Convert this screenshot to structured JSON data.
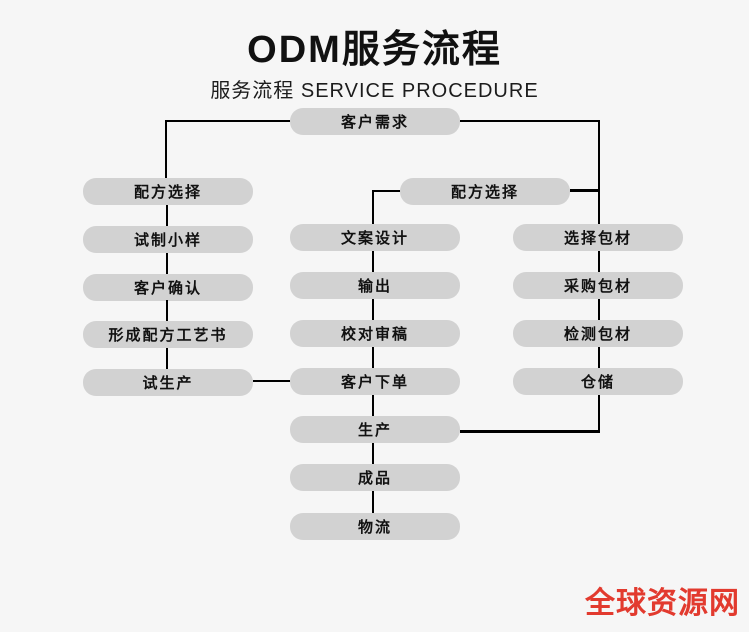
{
  "header": {
    "title": "ODM服务流程",
    "subtitle": "服务流程 SERVICE PROCEDURE"
  },
  "nodes": {
    "customer_demand": "客户需求",
    "formula_selection_left": "配方选择",
    "trial_sample": "试制小样",
    "customer_confirmation": "客户确认",
    "formula_process_document": "形成配方工艺书",
    "trial_production": "试生产",
    "formula_selection_mid": "配方选择",
    "copy_design": "文案设计",
    "output": "输出",
    "proofreading": "校对审稿",
    "customer_order": "客户下单",
    "production": "生产",
    "finished_product": "成品",
    "logistics": "物流",
    "select_packaging": "选择包材",
    "purchase_packaging": "采购包材",
    "inspect_packaging": "检测包材",
    "warehousing": "仓储"
  },
  "watermark": {
    "text": "全球资源网"
  },
  "colors": {
    "bg": "#f6f6f6",
    "node_fill": "#d2d2d2",
    "node_text": "#111111",
    "line": "#000000",
    "accent_red": "#e23a2e",
    "title_text": "#111111"
  }
}
